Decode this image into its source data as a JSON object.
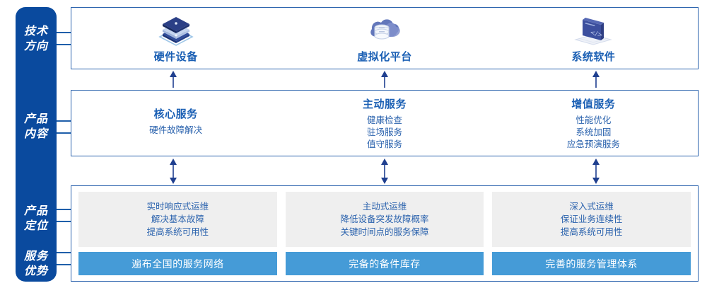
{
  "rail": {
    "categories": [
      {
        "name": "tech-direction",
        "lines": [
          "技术",
          "方向"
        ]
      },
      {
        "name": "product-content",
        "lines": [
          "产品",
          "内容"
        ]
      },
      {
        "name": "product-position",
        "lines": [
          "产品",
          "定位"
        ]
      },
      {
        "name": "service-advantage",
        "lines": [
          "服务",
          "优势"
        ]
      }
    ]
  },
  "tech": {
    "items": [
      {
        "icon": "server-stack-icon",
        "label": "硬件设备"
      },
      {
        "icon": "cloud-database-icon",
        "label": "虚拟化平台"
      },
      {
        "icon": "software-laptop-icon",
        "label": "系统软件"
      }
    ]
  },
  "content": {
    "columns": [
      {
        "title": "核心服务",
        "items": [
          "硬件故障解决"
        ]
      },
      {
        "title": "主动服务",
        "items": [
          "健康检查",
          "驻场服务",
          "值守服务"
        ]
      },
      {
        "title": "增值服务",
        "items": [
          "性能优化",
          "系统加固",
          "应急预演服务"
        ]
      }
    ]
  },
  "bottom": {
    "columns": [
      {
        "position_lines": [
          "实时响应式运维",
          "解决基本故障",
          "提高系统可用性"
        ],
        "advantage": "遍布全国的服务网络"
      },
      {
        "position_lines": [
          "主动式运维",
          "降低设备突发故障概率",
          "关键时间点的服务保障"
        ],
        "advantage": "完备的备件库存"
      },
      {
        "position_lines": [
          "深入式运维",
          "保证业务连续性",
          "提高系统可用性"
        ],
        "advantage": "完善的服务管理体系"
      }
    ]
  },
  "colors": {
    "rail_blue": "#0a4a9e",
    "panel_border": "#2a62ad",
    "title_blue": "#1a5fb4",
    "text_blue": "#2a62ad",
    "advantage_blue": "#459bd7",
    "position_gray": "#efefef",
    "arrow_blue": "#1f3f8f"
  }
}
